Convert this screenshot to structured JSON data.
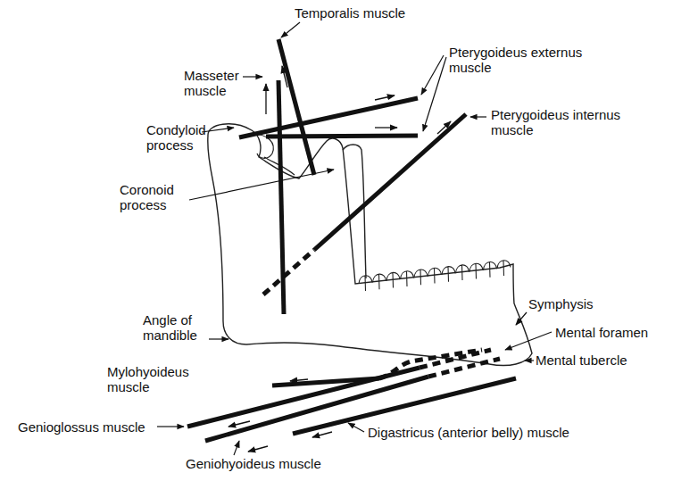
{
  "diagram": {
    "labels": [
      "Temporalis muscle",
      "Masseter muscle",
      "Pterygoideus externus muscle",
      "Condyloid process",
      "Pterygoideus internus muscle",
      "Coronoid process",
      "Symphysis",
      "Mental foramen",
      "Angle of mandible",
      "Mental tubercle",
      "Mylohyoideus muscle",
      "Genioglossus muscle",
      "Digastricus (anterior belly) muscle",
      "Geniohyoideus muscle"
    ]
  }
}
